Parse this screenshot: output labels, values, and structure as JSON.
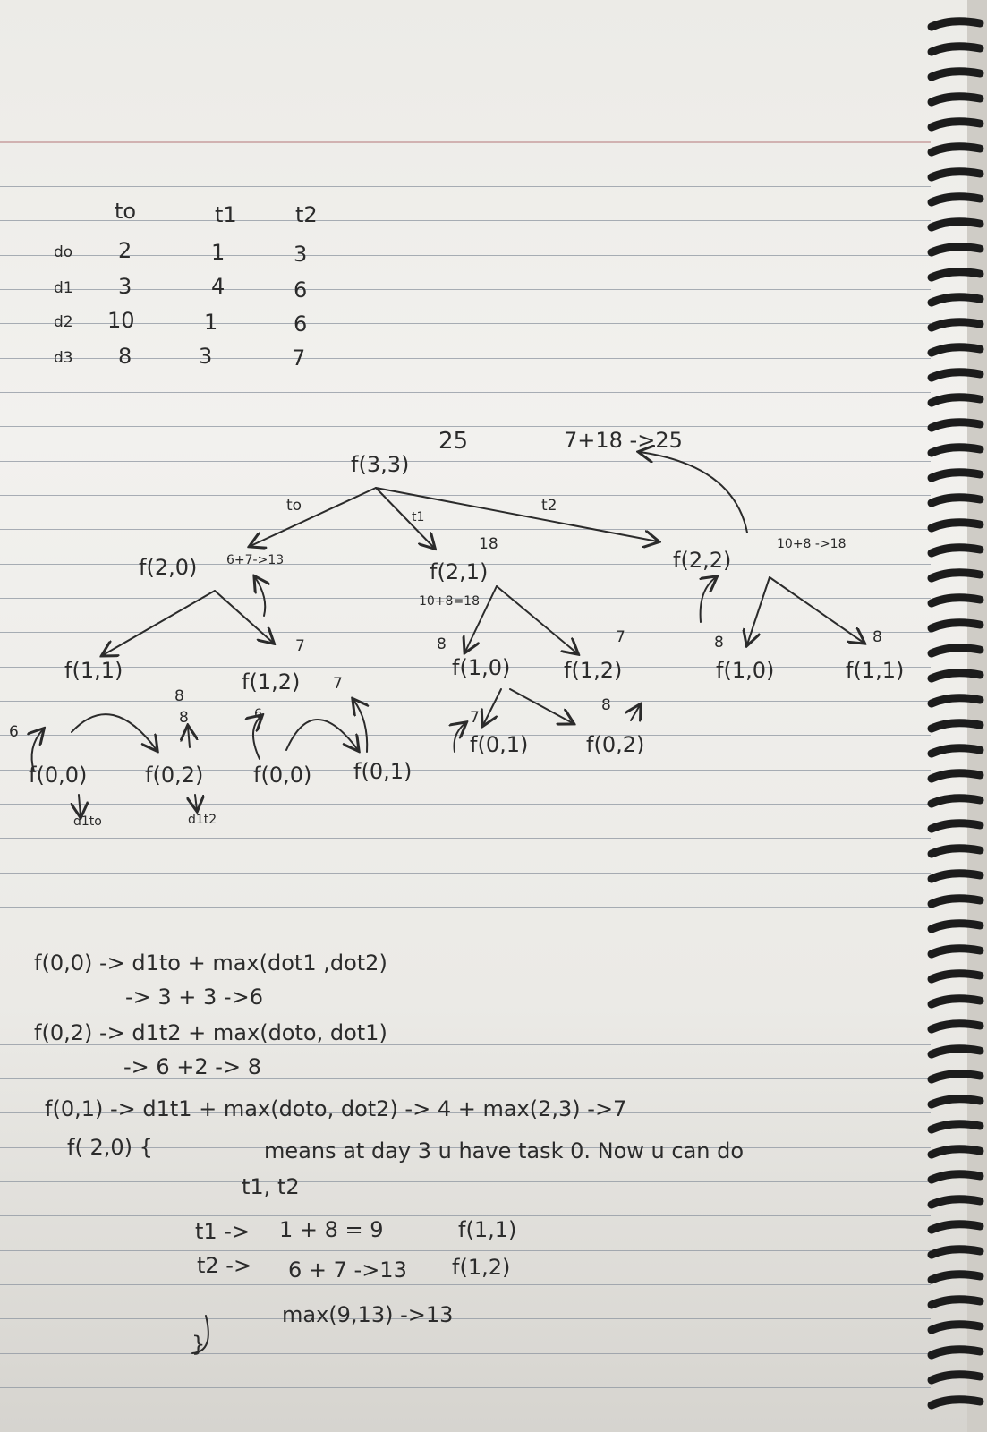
{
  "table": {
    "columns": [
      "to",
      "t1",
      "t2"
    ],
    "rows": [
      {
        "label": "do",
        "values": [
          "2",
          "1",
          "3"
        ]
      },
      {
        "label": "d1",
        "values": [
          "3",
          "4",
          "6"
        ]
      },
      {
        "label": "d2",
        "values": [
          "10",
          "1",
          "6"
        ]
      },
      {
        "label": "d3",
        "values": [
          "8",
          "3",
          "7"
        ]
      }
    ]
  },
  "tree": {
    "root": "f(3,3)",
    "root_value": "25",
    "root_note": "7+18 ->25",
    "edge_labels": [
      "to",
      "t1",
      "t2"
    ],
    "left": {
      "node": "f(2,0)",
      "note": "6+7->13"
    },
    "middle": {
      "node": "f(2,1)",
      "value": "18",
      "note": "10+8=18"
    },
    "right": {
      "node": "f(2,2)",
      "note": "10+8 ->18"
    },
    "level3": [
      {
        "node": "f(1,1)",
        "value": "8"
      },
      {
        "node": "f(1,2)",
        "value": "7"
      },
      {
        "node": "f(1,0)",
        "value": "8"
      },
      {
        "node": "f(1,2)",
        "value": "7"
      },
      {
        "node": "f(1,0)",
        "value": "8"
      },
      {
        "node": "f(1,1)",
        "value": "8"
      }
    ],
    "level4": [
      {
        "node": "f(0,0)",
        "value": "6",
        "note": "d1to"
      },
      {
        "node": "f(0,2)",
        "value": "8",
        "note": "d1t2"
      },
      {
        "node": "f(0,0)",
        "value": "6"
      },
      {
        "node": "f(0,1)",
        "value": "7"
      },
      {
        "node": "f(0,1)",
        "value": "7"
      },
      {
        "node": "f(0,2)",
        "value": "8"
      }
    ]
  },
  "notes": [
    "f(0,0) -> d1to + max(dot1 ,dot2)",
    "-> 3 + 3 ->6",
    "f(0,2) -> d1t2 + max(doto, dot1)",
    "-> 6 +2 -> 8",
    "f(0,1) -> d1t1 + max(doto, dot2) -> 4 + max(2,3) ->7",
    "f( 2,0) {",
    "means at day 3 u have task 0. Now u can do",
    "t1, t2",
    "t1 ->",
    "1 + 8 = 9",
    "f(1,1)",
    "t2 ->",
    "6 + 7 ->13",
    "f(1,2)",
    "max(9,13) ->13",
    "}"
  ]
}
